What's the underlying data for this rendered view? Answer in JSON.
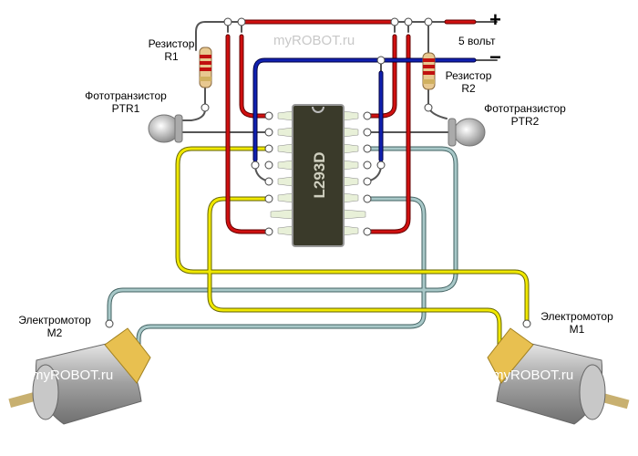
{
  "watermark": "myROBOT.ru",
  "chip": {
    "label": "L293D"
  },
  "power": {
    "plus": "+",
    "minus": "−",
    "voltage": "5 вольт"
  },
  "labels": {
    "r1": [
      "Резистор",
      "R1"
    ],
    "r2": [
      "Резистор",
      "R2"
    ],
    "ptr1": [
      "Фототранзистор",
      "PTR1"
    ],
    "ptr2": [
      "Фототранзистор",
      "PTR2"
    ],
    "m2": [
      "Электромотор",
      "M2"
    ],
    "m1": [
      "Электромотор",
      "M1"
    ]
  },
  "colors": {
    "positive": "#d01010",
    "negative": "#1020b0",
    "motor1_wire": "#f0e800",
    "motor2_wire": "#a8c8c8",
    "signal": "#555555",
    "chip": "#3a3a2a"
  }
}
